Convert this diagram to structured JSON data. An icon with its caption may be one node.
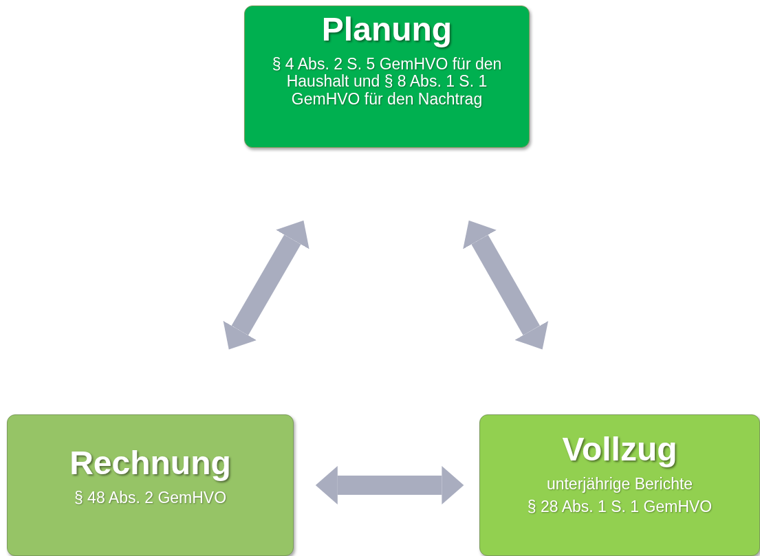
{
  "diagram": {
    "nodes": [
      {
        "text": [
          "Planung",
          "§ 4 Abs. 2 S. 5 GemHVO für den Haushalt und § 8 Abs. 1 S. 1 GemHVO für den Nachtrag"
        ]
      },
      {
        "text": [
          "Rechnung",
          "§ 48 Abs. 2 GemHVO"
        ]
      },
      {
        "text": [
          "Vollzug",
          "unterjährige Berichte",
          "§ 28 Abs. 1 S. 1 GemHVO"
        ]
      }
    ],
    "edges": [
      {
        "from": 0,
        "to": 1,
        "arrow": "both"
      },
      {
        "from": 0,
        "to": 2,
        "arrow": "both"
      },
      {
        "from": 1,
        "to": 2,
        "arrow": "both"
      }
    ]
  }
}
